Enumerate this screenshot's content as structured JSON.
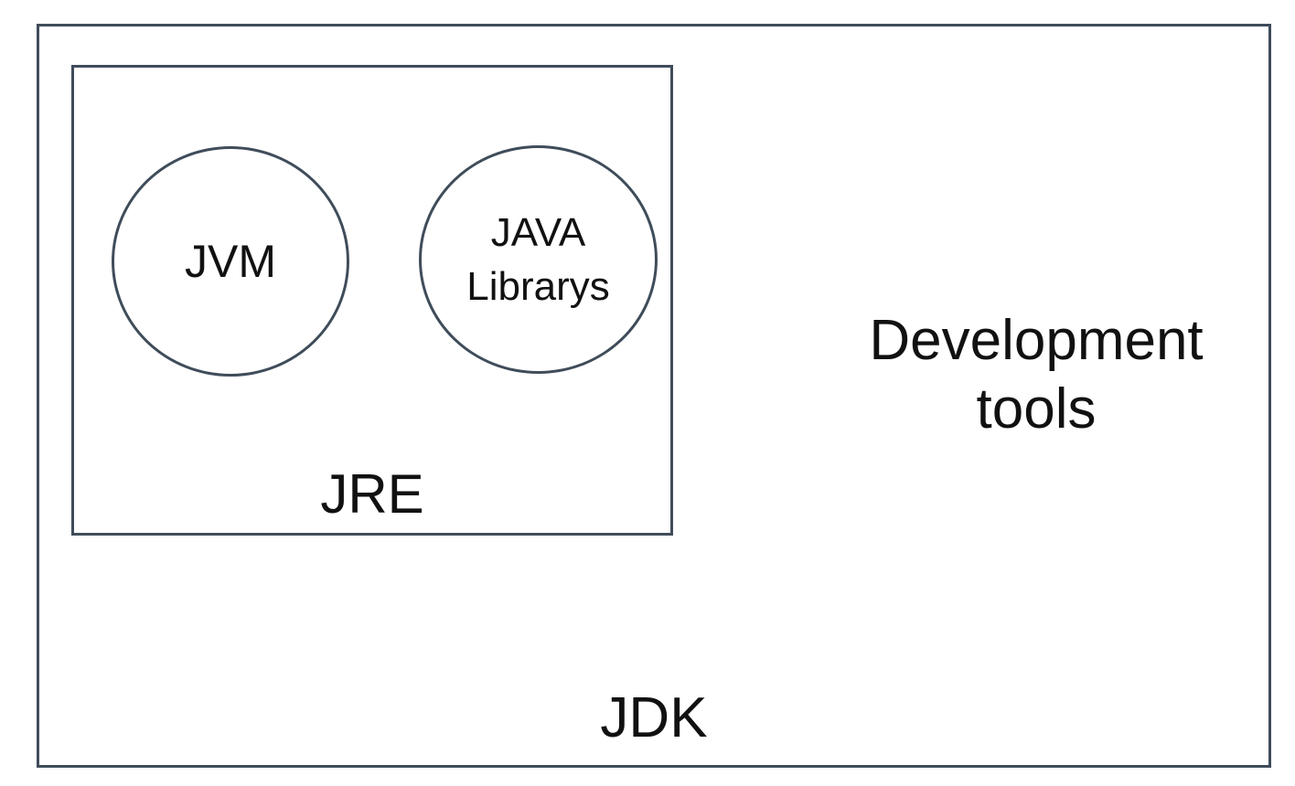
{
  "diagram": {
    "title_implied": "JDK architecture diagram",
    "outer_box": {
      "label": "JDK"
    },
    "inner_box": {
      "label": "JRE"
    },
    "circles": [
      {
        "label": "JVM"
      },
      {
        "label": "JAVA Librarys"
      }
    ],
    "side_label": "Development tools"
  },
  "colors": {
    "border": "#3f4c5a",
    "text": "#111111",
    "background": "#ffffff"
  }
}
